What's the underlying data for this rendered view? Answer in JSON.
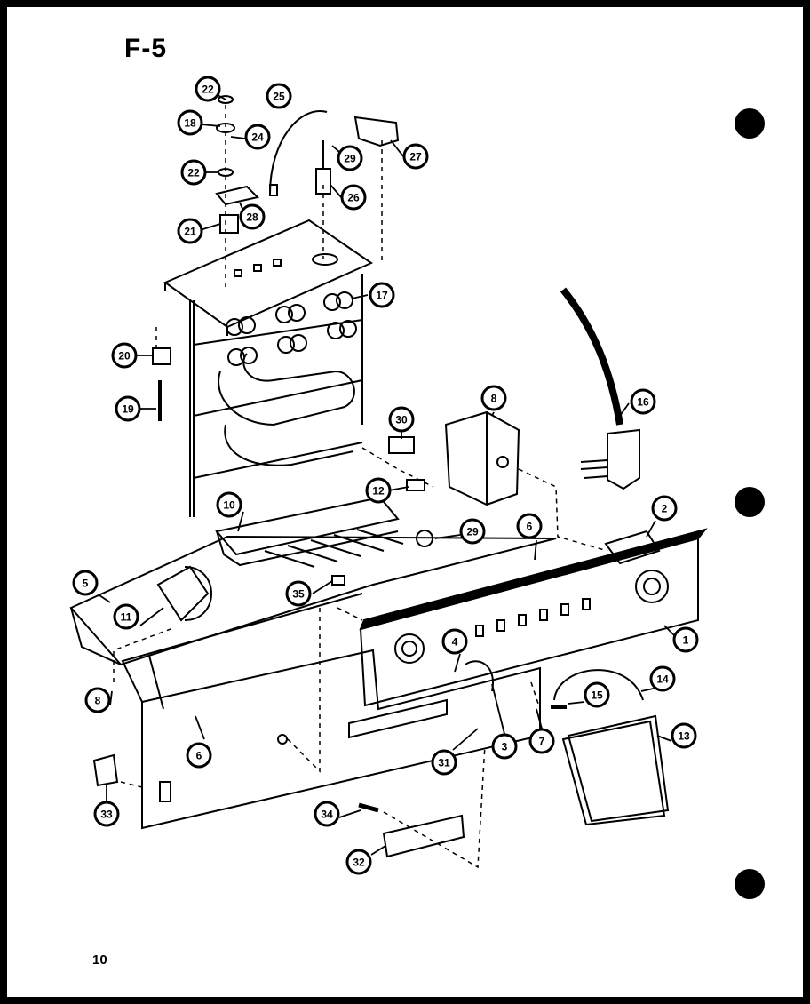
{
  "figure": {
    "title": "F-5",
    "page_number": "10"
  },
  "callouts": [
    "22",
    "18",
    "24",
    "25",
    "29",
    "27",
    "22",
    "26",
    "28",
    "21",
    "17",
    "20",
    "19",
    "8",
    "30",
    "16",
    "12",
    "10",
    "29",
    "2",
    "6",
    "5",
    "35",
    "11",
    "4",
    "1",
    "8",
    "14",
    "15",
    "6",
    "3",
    "7",
    "13",
    "31",
    "33",
    "34",
    "32"
  ]
}
